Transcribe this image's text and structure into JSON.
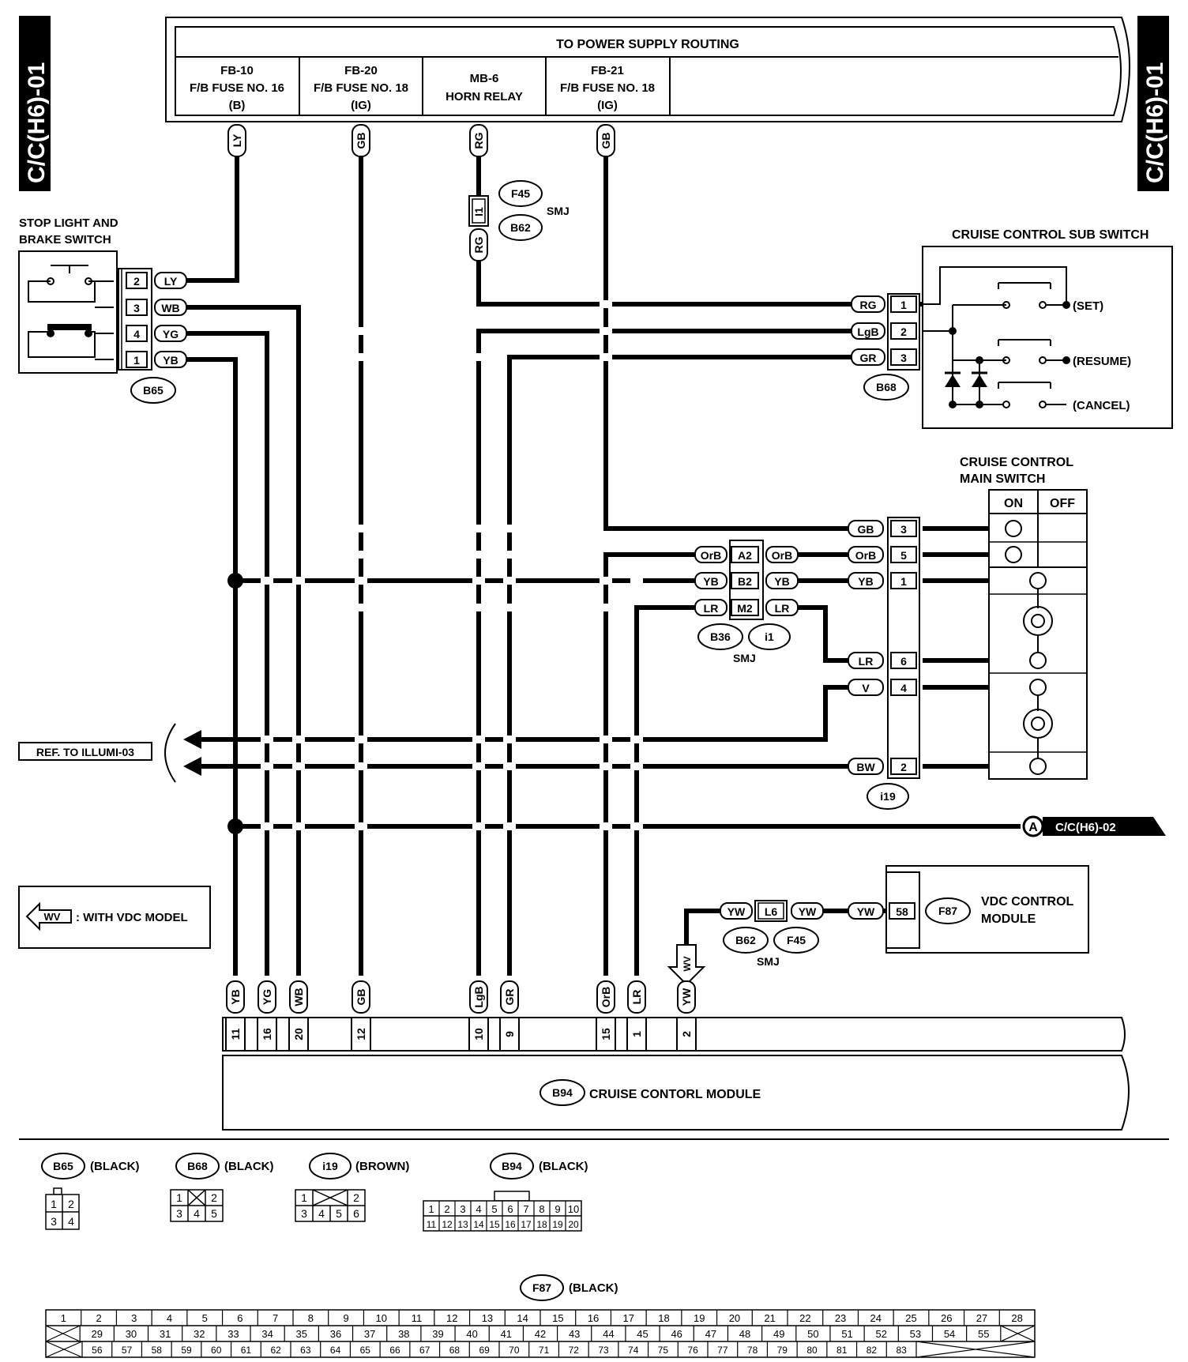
{
  "side_tab": "C/C(H6)-01",
  "power": {
    "title": "TO POWER SUPPLY ROUTING",
    "cols": [
      {
        "l1": "FB-10",
        "l2": "F/B FUSE NO. 16",
        "l3": "(B)"
      },
      {
        "l1": "FB-20",
        "l2": "F/B FUSE NO. 18",
        "l3": "(IG)"
      },
      {
        "l1": "MB-6",
        "l2": "HORN RELAY",
        "l3": ""
      },
      {
        "l1": "FB-21",
        "l2": "F/B FUSE NO. 18",
        "l3": "(IG)"
      }
    ]
  },
  "top_wires": [
    "LY",
    "GB",
    "RG",
    "GB"
  ],
  "smj_top": {
    "c1": "F45",
    "c2": "B62",
    "label": "SMJ",
    "pin": "I1",
    "wire": "RG"
  },
  "stop_switch": {
    "title_l1": "STOP LIGHT AND",
    "title_l2": "BRAKE SWITCH",
    "connector": "B65",
    "pins": [
      {
        "pin": "2",
        "wire": "LY"
      },
      {
        "pin": "3",
        "wire": "WB"
      },
      {
        "pin": "4",
        "wire": "YG"
      },
      {
        "pin": "1",
        "wire": "YB"
      }
    ]
  },
  "sub_switch": {
    "title": "CRUISE CONTROL SUB SWITCH",
    "connector": "B68",
    "pins": [
      {
        "pin": "1",
        "wire": "RG"
      },
      {
        "pin": "2",
        "wire": "LgB"
      },
      {
        "pin": "3",
        "wire": "GR"
      }
    ],
    "labels": [
      "(SET)",
      "(RESUME)",
      "(CANCEL)"
    ]
  },
  "main_switch": {
    "title_l1": "CRUISE CONTROL",
    "title_l2": "MAIN SWITCH",
    "on": "ON",
    "off": "OFF",
    "connector": "i19",
    "pins": [
      {
        "pin": "3",
        "wire": "GB"
      },
      {
        "pin": "5",
        "wire": "OrB"
      },
      {
        "pin": "1",
        "wire": "YB"
      },
      {
        "pin": "6",
        "wire": "LR"
      },
      {
        "pin": "4",
        "wire": "V"
      },
      {
        "pin": "2",
        "wire": "BW"
      }
    ]
  },
  "smj_mid": {
    "rows": [
      {
        "w1": "OrB",
        "pin": "A2",
        "w2": "OrB"
      },
      {
        "w1": "YB",
        "pin": "B2",
        "w2": "YB"
      },
      {
        "w1": "LR",
        "pin": "M2",
        "w2": "LR"
      }
    ],
    "c1": "B36",
    "c2": "i1",
    "label": "SMJ"
  },
  "ref_illumi": "REF. TO ILLUMI-03",
  "ref_cc": {
    "letter": "A",
    "text": "C/C(H6)-02"
  },
  "wv_legend": {
    "tag": "WV",
    "text": ": WITH VDC MODEL"
  },
  "vdc": {
    "w1": "YW",
    "pin": "L6",
    "w2": "YW",
    "w3": "YW",
    "pin2": "58",
    "connector": "F87",
    "label_l1": "VDC CONTROL",
    "label_l2": "MODULE",
    "smj_c1": "B62",
    "smj_c2": "F45",
    "smj": "SMJ",
    "wv": "WV"
  },
  "module": {
    "connector": "B94",
    "label": "CRUISE CONTORL MODULE",
    "pins": [
      {
        "wire": "YB",
        "pin": "11"
      },
      {
        "wire": "YG",
        "pin": "16"
      },
      {
        "wire": "WB",
        "pin": "20"
      },
      {
        "wire": "GB",
        "pin": "12"
      },
      {
        "wire": "LgB",
        "pin": "10"
      },
      {
        "wire": "GR",
        "pin": "9"
      },
      {
        "wire": "OrB",
        "pin": "15"
      },
      {
        "wire": "LR",
        "pin": "1"
      },
      {
        "wire": "YW",
        "pin": "2"
      }
    ]
  },
  "connectors": {
    "b65": {
      "name": "B65",
      "color": "(BLACK)",
      "r1": [
        "1",
        "2"
      ],
      "r2": [
        "3",
        "4"
      ]
    },
    "b68": {
      "name": "B68",
      "color": "(BLACK)",
      "r1": [
        "1",
        "2"
      ],
      "r2": [
        "3",
        "4",
        "5"
      ]
    },
    "i19": {
      "name": "i19",
      "color": "(BROWN)",
      "r1": [
        "1",
        "2"
      ],
      "r2": [
        "3",
        "4",
        "5",
        "6"
      ]
    },
    "b94": {
      "name": "B94",
      "color": "(BLACK)",
      "r1": [
        "1",
        "2",
        "3",
        "4",
        "5",
        "6",
        "7",
        "8",
        "9",
        "10"
      ],
      "r2": [
        "11",
        "12",
        "13",
        "14",
        "15",
        "16",
        "17",
        "18",
        "19",
        "20"
      ]
    },
    "f87": {
      "name": "F87",
      "color": "(BLACK)",
      "r1": [
        "1",
        "2",
        "3",
        "4",
        "5",
        "6",
        "7",
        "8",
        "9",
        "10",
        "11",
        "12",
        "13",
        "14",
        "15",
        "16",
        "17",
        "18",
        "19",
        "20",
        "21",
        "22",
        "23",
        "24",
        "25",
        "26",
        "27",
        "28"
      ],
      "r2": [
        "29",
        "30",
        "31",
        "32",
        "33",
        "34",
        "35",
        "36",
        "37",
        "38",
        "39",
        "40",
        "41",
        "42",
        "43",
        "44",
        "45",
        "46",
        "47",
        "48",
        "49",
        "50",
        "51",
        "52",
        "53",
        "54",
        "55"
      ],
      "r3": [
        "56",
        "57",
        "58",
        "59",
        "60",
        "61",
        "62",
        "63",
        "64",
        "65",
        "66",
        "67",
        "68",
        "69",
        "70",
        "71",
        "72",
        "73",
        "74",
        "75",
        "76",
        "77",
        "78",
        "79",
        "80",
        "81",
        "82",
        "83"
      ]
    }
  }
}
